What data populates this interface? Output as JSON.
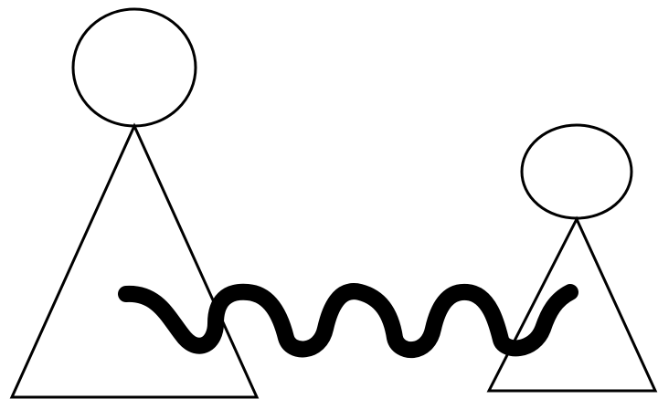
{
  "figure": {
    "description_visible_text": "",
    "elements": [
      {
        "id": "large-figure",
        "parts": [
          "head",
          "body"
        ]
      },
      {
        "id": "small-figure",
        "parts": [
          "head",
          "body"
        ]
      },
      {
        "id": "wavy-connector"
      }
    ]
  },
  "colors": {
    "background": "#ffffff",
    "stroke": "#000000"
  }
}
